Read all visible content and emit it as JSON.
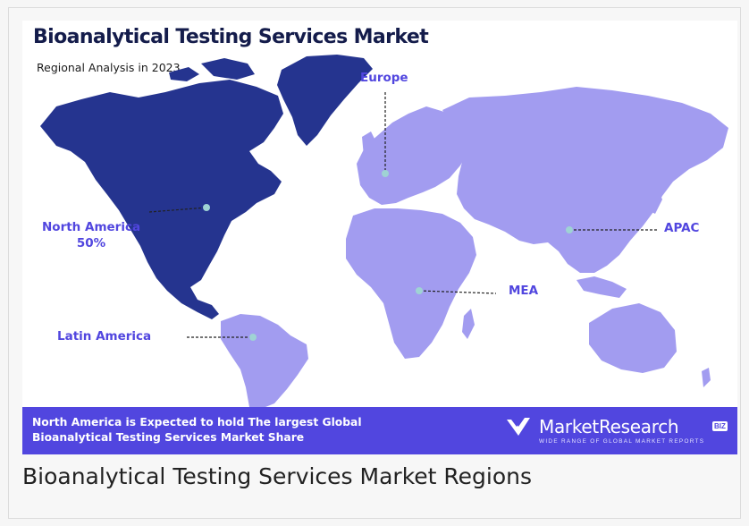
{
  "card": {
    "title": "Bioanalytical Testing Services Market",
    "subtitle": "Regional Analysis in 2023"
  },
  "regions": {
    "north_america": {
      "name": "North America",
      "share": "50%"
    },
    "europe": {
      "name": "Europe"
    },
    "apac": {
      "name": "APAC"
    },
    "mea": {
      "name": "MEA"
    },
    "latin_america": {
      "name": "Latin America"
    }
  },
  "banner": {
    "text": "North America is Expected to hold The largest Global Bioanalytical Testing Services Market Share"
  },
  "brand": {
    "name": "MarketResearch",
    "badge": "BIZ",
    "tagline": "WIDE RANGE OF GLOBAL MARKET REPORTS",
    "logo_icon": "check-chevron-icon"
  },
  "caption": "Bioanalytical Testing Services Market Regions",
  "colors": {
    "title": "#141c4b",
    "north_america": "#25348f",
    "other_regions": "#a29cf0",
    "label": "#5146df",
    "banner": "#5146df",
    "marker": "#9fd3d4"
  }
}
